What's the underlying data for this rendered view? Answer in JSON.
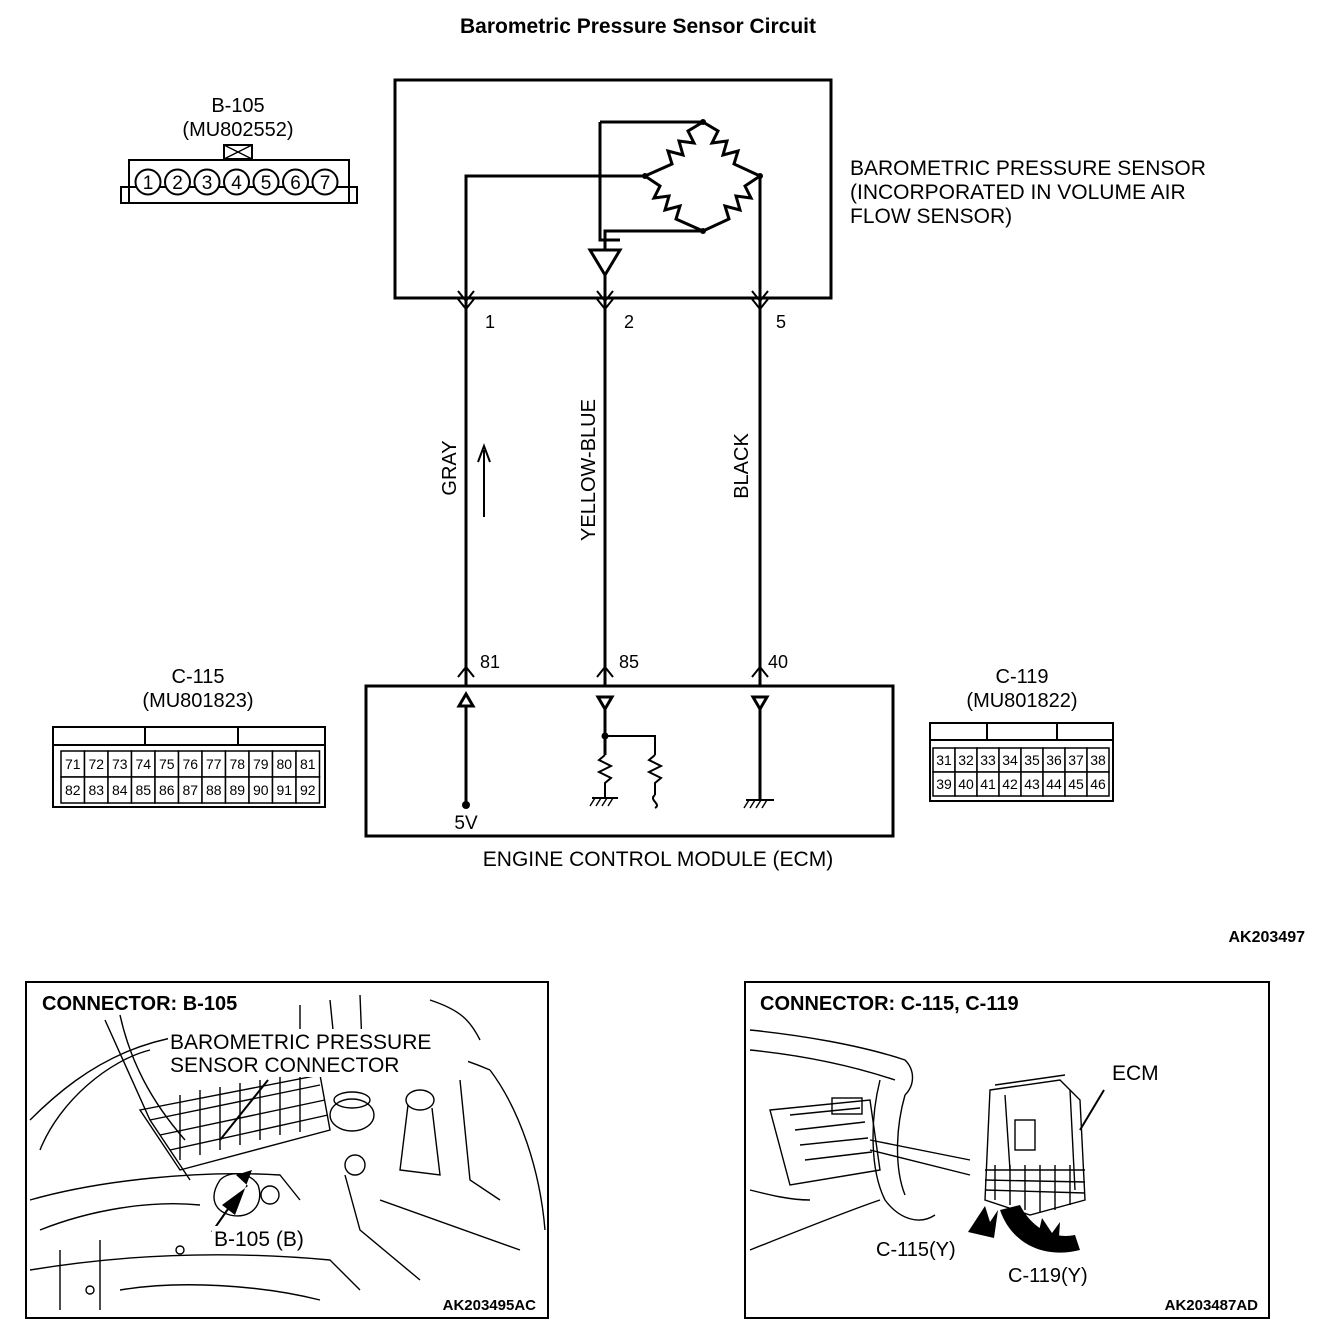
{
  "title": "Barometric Pressure Sensor Circuit",
  "diagram_code": "AK203497",
  "sensor": {
    "label_lines": [
      "BAROMETRIC PRESSURE SENSOR",
      "(INCORPORATED IN VOLUME AIR",
      "FLOW SENSOR)"
    ],
    "pins": [
      "1",
      "2",
      "5"
    ]
  },
  "connector_b105": {
    "name": "B-105",
    "part": "(MU802552)",
    "pins": [
      "1",
      "2",
      "3",
      "4",
      "5",
      "6",
      "7"
    ]
  },
  "wires": [
    {
      "color": "GRAY",
      "sensor_pin": "1",
      "ecm_pin": "81"
    },
    {
      "color": "YELLOW-BLUE",
      "sensor_pin": "2",
      "ecm_pin": "85"
    },
    {
      "color": "BLACK",
      "sensor_pin": "5",
      "ecm_pin": "40"
    }
  ],
  "ecm": {
    "label": "ENGINE CONTROL MODULE (ECM)",
    "supply": "5V"
  },
  "connector_c115": {
    "name": "C-115",
    "part": "(MU801823)",
    "row1": [
      "71",
      "72",
      "73",
      "74",
      "75",
      "76",
      "77",
      "78",
      "79",
      "80",
      "81"
    ],
    "row2": [
      "82",
      "83",
      "84",
      "85",
      "86",
      "87",
      "88",
      "89",
      "90",
      "91",
      "92"
    ]
  },
  "connector_c119": {
    "name": "C-119",
    "part": "(MU801822)",
    "row1": [
      "31",
      "32",
      "33",
      "34",
      "35",
      "36",
      "37",
      "38"
    ],
    "row2": [
      "39",
      "40",
      "41",
      "42",
      "43",
      "44",
      "45",
      "46"
    ]
  },
  "panel_left": {
    "header": "CONNECTOR: B-105",
    "callout_lines": [
      "BAROMETRIC PRESSURE",
      "SENSOR CONNECTOR"
    ],
    "pointer": "B-105 (B)",
    "code": "AK203495AC"
  },
  "panel_right": {
    "header": "CONNECTOR: C-115, C-119",
    "ecm": "ECM",
    "c115": "C-115(Y)",
    "c119": "C-119(Y)",
    "code": "AK203487AD"
  }
}
